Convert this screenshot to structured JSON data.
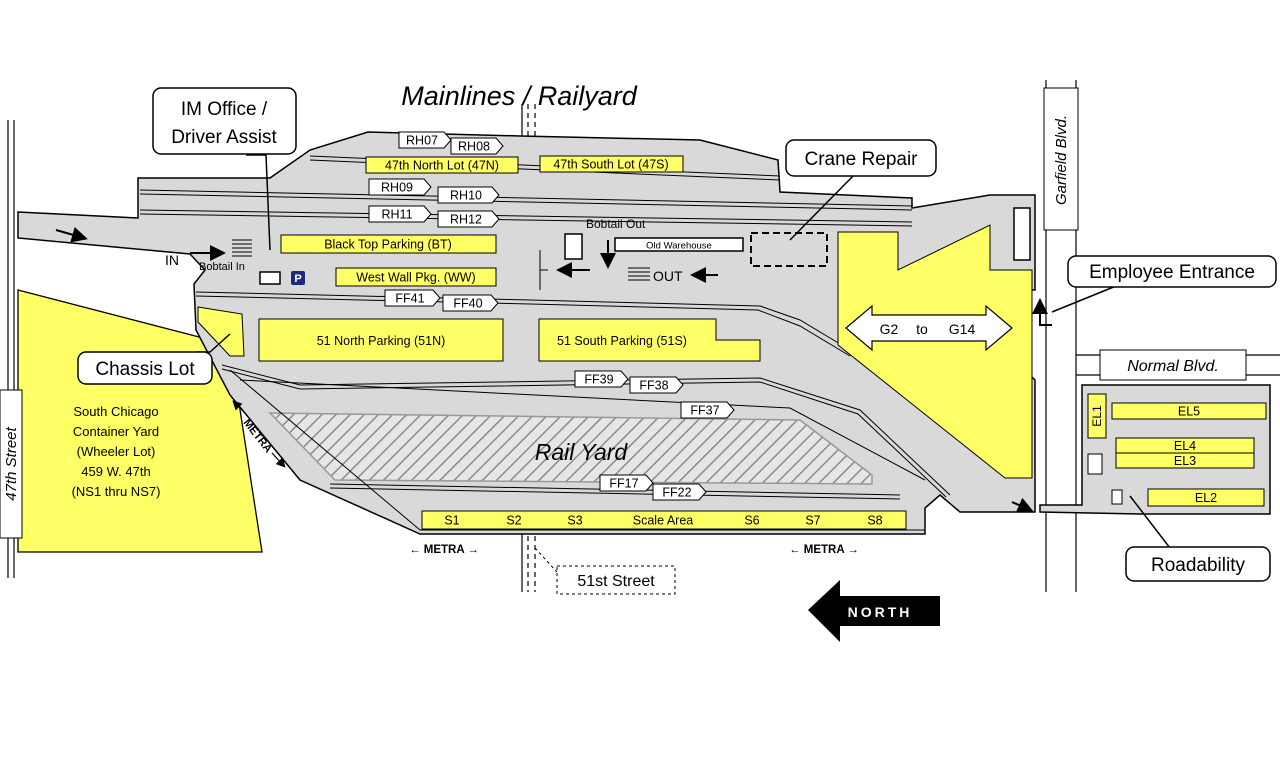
{
  "title": "Mainlines / Railyard",
  "rail_yard_label": "Rail Yard",
  "callouts": {
    "im_office_l1": "IM Office /",
    "im_office_l2": "Driver Assist",
    "crane_repair": "Crane Repair",
    "employee_entrance": "Employee Entrance",
    "chassis_lot": "Chassis Lot",
    "roadability": "Roadability"
  },
  "streets": {
    "garfield": "Garfield Blvd.",
    "normal": "Normal Blvd.",
    "forty_seventh": "47th Street",
    "fifty_first": "51st Street"
  },
  "track_tags": [
    "RH07",
    "RH08",
    "RH09",
    "RH10",
    "RH11",
    "RH12",
    "FF41",
    "FF40",
    "FF39",
    "FF38",
    "FF37",
    "FF17",
    "FF22"
  ],
  "lots": {
    "n47": "47th North Lot (47N)",
    "s47": "47th South Lot (47S)",
    "bt": "Black Top Parking (BT)",
    "ww": "West Wall Pkg. (WW)",
    "n51": "51 North Parking (51N)",
    "s51": "51 South Parking (51S)",
    "g": [
      "G2",
      "to",
      "G14"
    ],
    "el1": "EL1",
    "el2": "EL2",
    "el3": "EL3",
    "el4": "EL4",
    "el5": "EL5"
  },
  "scale_area": [
    "S1",
    "S2",
    "S3",
    "Scale Area",
    "S6",
    "S7",
    "S8"
  ],
  "markers": {
    "in": "IN",
    "bobtail_in": "Bobtail In",
    "bobtail_out": "Bobtail Out",
    "out": "OUT",
    "old_warehouse": "Old Warehouse",
    "parking": "P",
    "north": "NORTH",
    "metra": "← METRA →",
    "metra_word": "METRA"
  },
  "south_chicago_yard": [
    "South Chicago",
    "Container Yard",
    "(Wheeler Lot)",
    "459 W. 47th",
    "(NS1 thru NS7)"
  ],
  "colors": {
    "yard": "#d9d9d9",
    "lot": "#ffff66",
    "stroke": "#000000",
    "badge": "#1f2a7a"
  }
}
